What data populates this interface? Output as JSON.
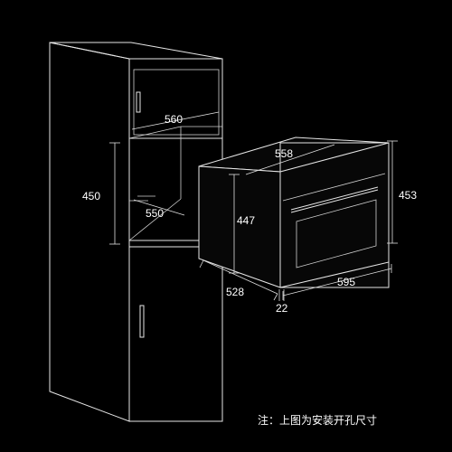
{
  "dimensions": {
    "cabinet_width": "560",
    "niche_height": "450",
    "niche_depth": "550",
    "oven_top_depth": "558",
    "oven_body_height": "447",
    "oven_depth": "528",
    "oven_front_width": "595",
    "front_panel_thickness": "22",
    "front_height": "453"
  },
  "note": "注：上图为安装开孔尺寸",
  "colors": {
    "background": "#000000",
    "line": "#e6e6e6",
    "text": "#ffffff"
  }
}
